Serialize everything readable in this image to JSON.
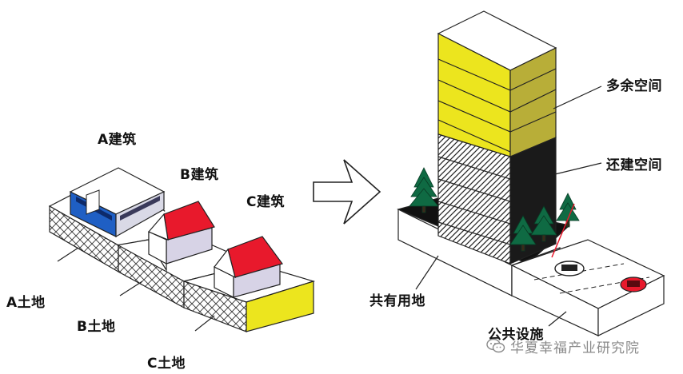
{
  "left_scene": {
    "buildings": [
      "A建筑",
      "B建筑",
      "C建筑"
    ],
    "lands": [
      "A土地",
      "B土地",
      "C土地"
    ]
  },
  "right_scene": {
    "labels": {
      "surplus_space": "多余空间",
      "rebuilt_space": "还建空间",
      "shared_land": "共有用地",
      "public_facilities": "公共设施"
    }
  },
  "watermark": "华夏幸福产业研究院",
  "colors": {
    "yellow": "#ece51e",
    "red": "#e8192c",
    "blue": "#1f5fc4",
    "tree_green": "#0f6a43",
    "dark": "#1a1a1a"
  }
}
